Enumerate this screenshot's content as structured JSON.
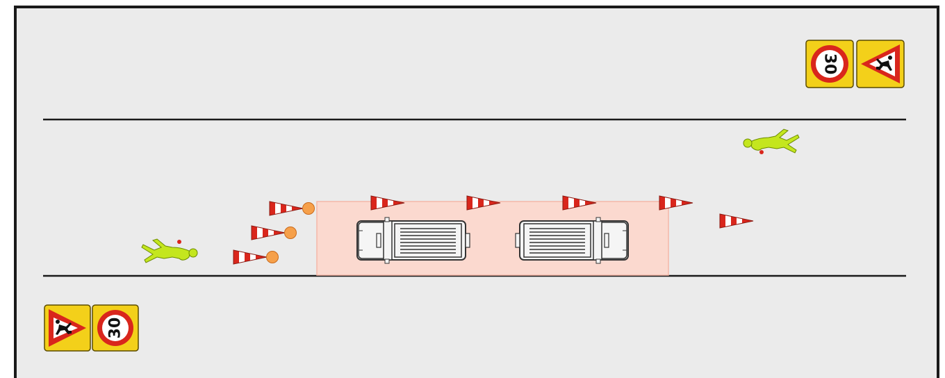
{
  "diagram": {
    "colors": {
      "background": "#ebebeb",
      "frame": "#1a1a1a",
      "lane_line": "#1a1a1a",
      "work_zone": "#fbd9cf",
      "work_zone_border": "#f4b8a8",
      "cone_red": "#d9261c",
      "cone_white": "#ffffff",
      "warning_light": "#f6a04a",
      "worker": "#c4e61e",
      "worker_outline": "#6b8a00",
      "sign_yellow": "#f3d01a",
      "sign_red": "#d9261c",
      "vehicle_body": "#f5f5f5",
      "vehicle_outline": "#333333"
    },
    "signs": {
      "speed_limit_value": "30",
      "speed_limit_icon": "speed-limit-sign-icon",
      "roadworks_icon": "roadworks-warning-sign-icon"
    },
    "counts": {
      "cones_with_lights": 3,
      "cones_plain": 5,
      "workers": 2,
      "vehicles": 2
    }
  }
}
